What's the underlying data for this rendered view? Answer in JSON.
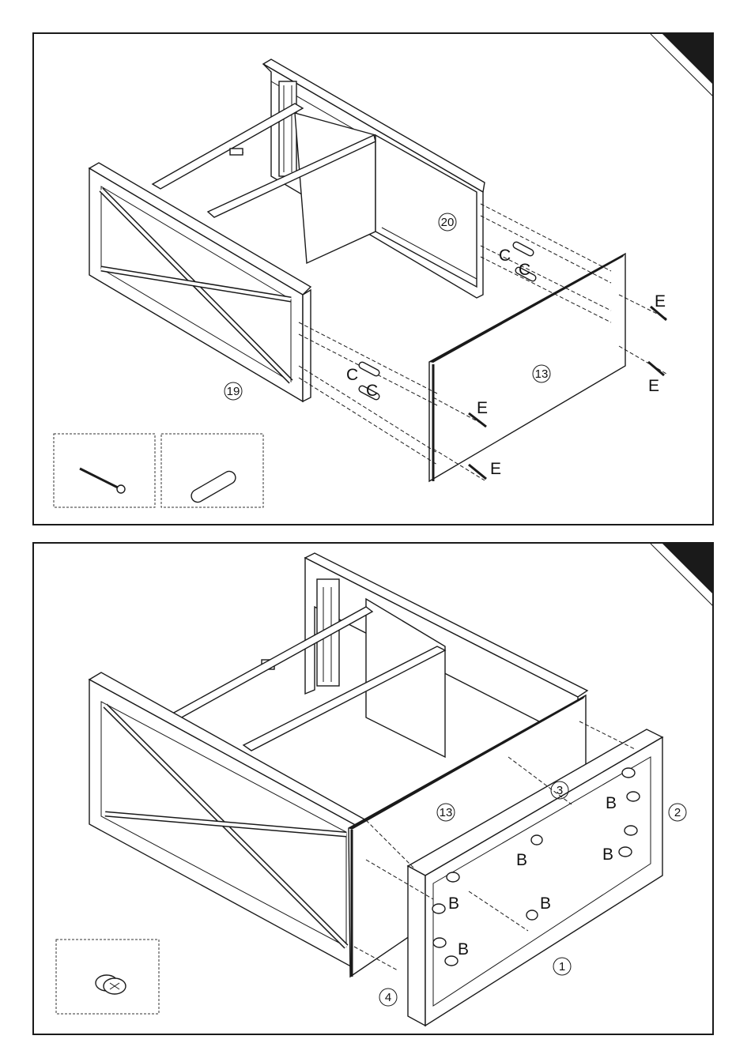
{
  "step1": {
    "labels": {
      "left_panel": "19",
      "back_panel": "20",
      "bottom_panel": "13"
    },
    "hardware_letters": {
      "dowel": "C",
      "screw": "E"
    },
    "legend": [
      "screw-icon",
      "dowel-icon"
    ]
  },
  "step2": {
    "labels": {
      "bottom_panel": "13",
      "front_panel": "1",
      "right_side": "2",
      "center": "3",
      "left_side": "4"
    },
    "hardware_letters": {
      "cam_lock": "B"
    },
    "legend": [
      "cam-lock-icon"
    ]
  },
  "colors": {
    "line": "#1a1a1a",
    "background": "#ffffff"
  }
}
